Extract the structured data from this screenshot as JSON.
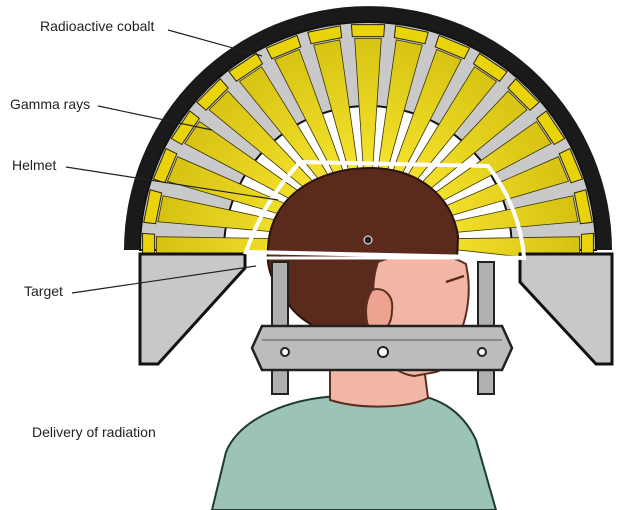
{
  "labels": {
    "radioactive_cobalt": "Radioactive cobalt",
    "gamma_rays": "Gamma rays",
    "helmet": "Helmet",
    "target": "Target"
  },
  "caption": "Delivery of radiation",
  "colors": {
    "cobalt_yellow": "#e9d40c",
    "shield_gray": "#c9c9c9",
    "outline": "#111111",
    "hair": "#5a2a1d",
    "skin": "#f1b6a4",
    "gown": "#9cc3b7",
    "frame_gray": "#b0b0b0"
  }
}
